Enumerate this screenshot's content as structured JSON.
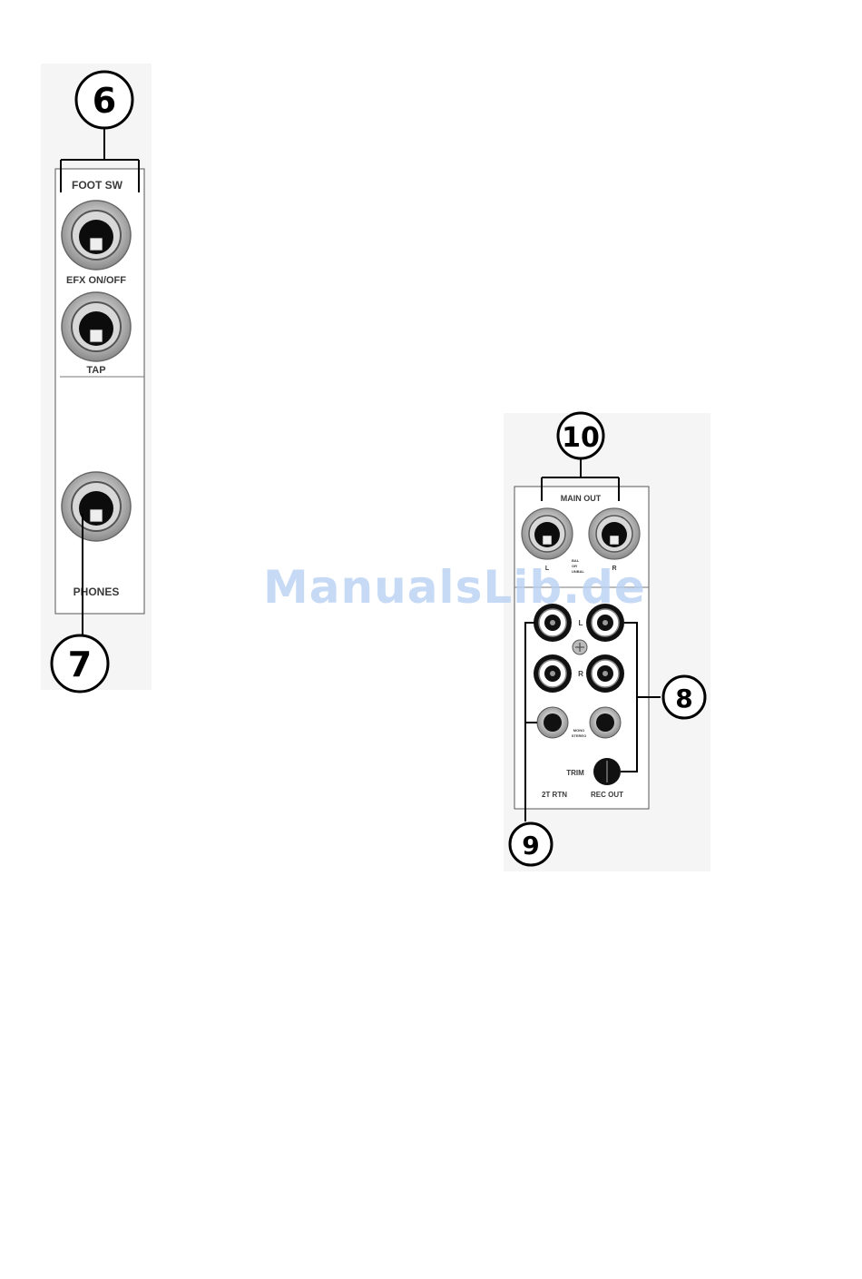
{
  "left_panel": {
    "callout_top": "6",
    "callout_bottom": "7",
    "foot_sw_label": "FOOT SW",
    "efx_label": "EFX ON/OFF",
    "tap_label": "TAP",
    "phones_label": "PHONES"
  },
  "right_panel": {
    "callout_main_out": "10",
    "callout_rca": "8",
    "callout_rtn": "9",
    "main_out_label": "MAIN OUT",
    "main_out_l": "L",
    "main_out_r": "R",
    "bal_line1": "BAL",
    "bal_line2": "OR",
    "bal_line3": "UNBAL",
    "rca_l": "L",
    "rca_r": "R",
    "mono_line1": "MONO",
    "mono_line2": "STEREO",
    "trim_label": "TRIM",
    "rtn_label": "2T RTN",
    "rec_out_label": "REC OUT"
  },
  "watermark": "ManualsLib.de"
}
